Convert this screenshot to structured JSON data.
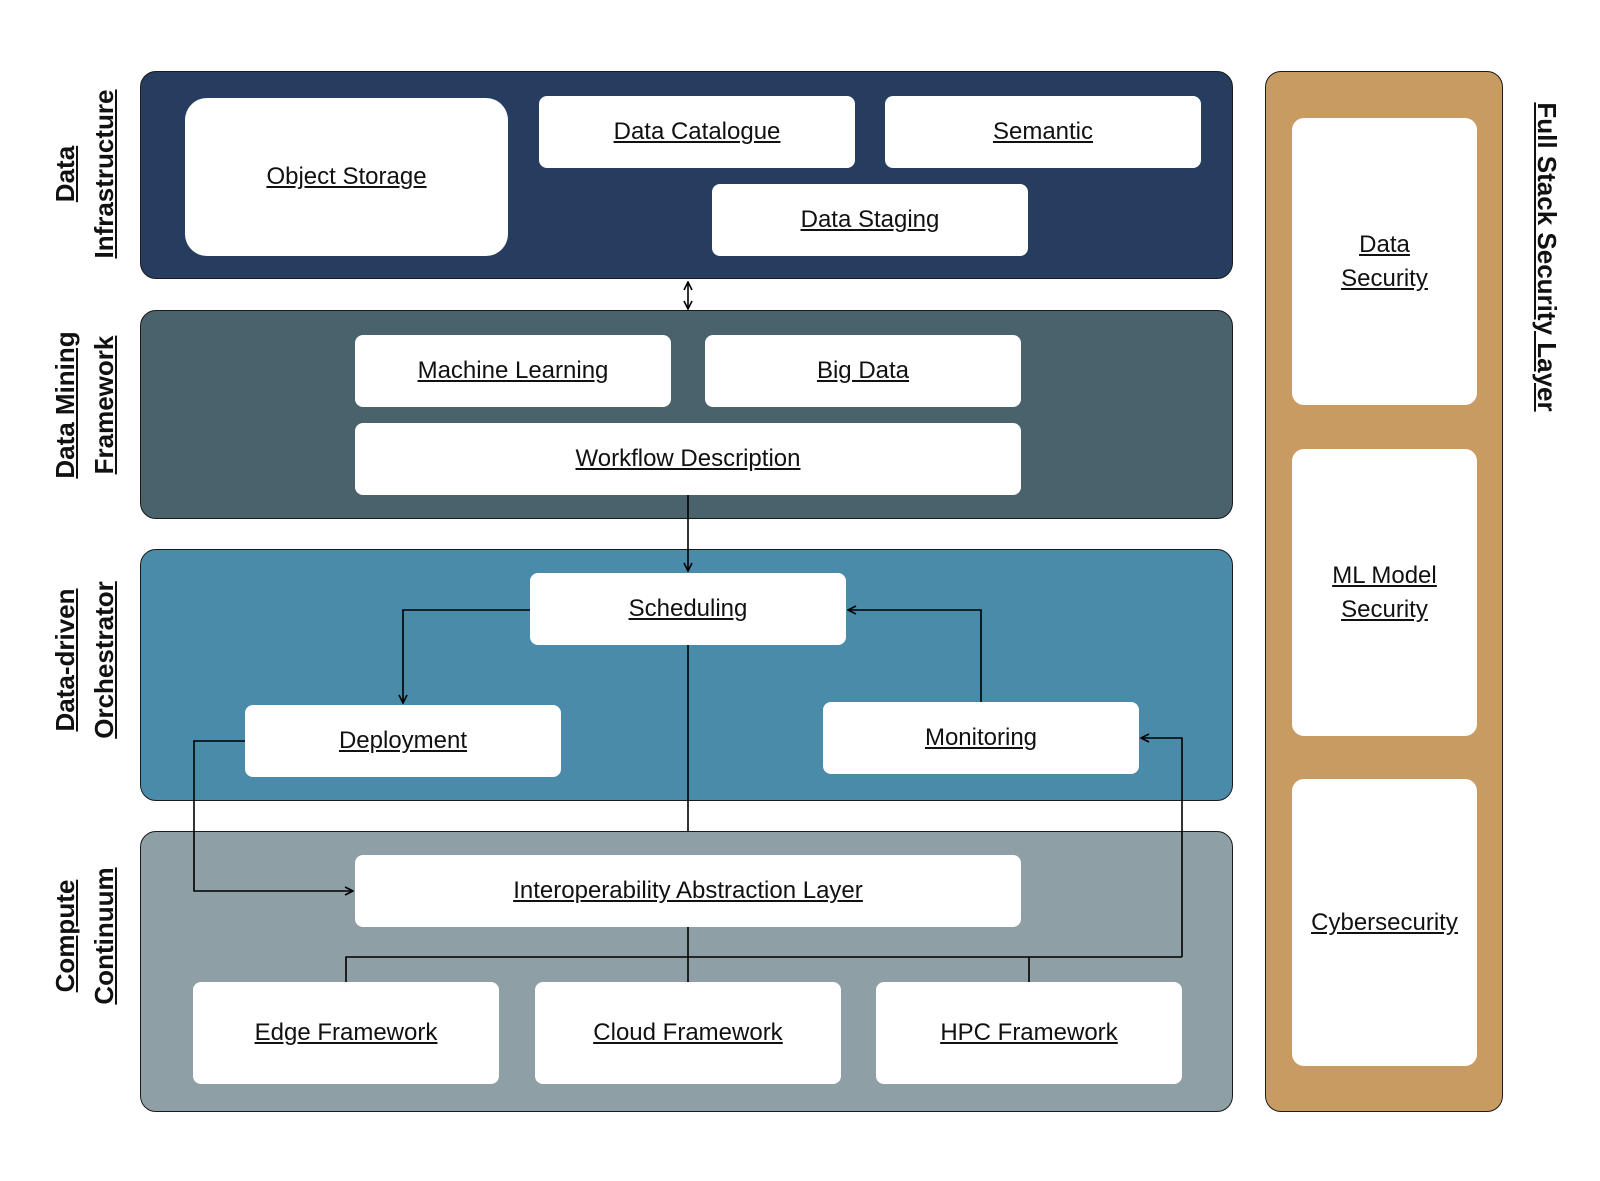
{
  "layers": {
    "data_infrastructure": {
      "label_line1": "Data",
      "label_line2": "Infrastructure",
      "color": "#263d5f",
      "object_storage": "Object Storage",
      "data_catalogue": "Data Catalogue",
      "semantic": "Semantic",
      "data_staging": "Data Staging"
    },
    "data_mining_framework": {
      "label_line1": "Data Mining",
      "label_line2": "Framework",
      "color": "#4a626c",
      "machine_learning": "Machine Learning",
      "big_data": "Big Data",
      "workflow_description": "Workflow Description"
    },
    "data_driven_orchestrator": {
      "label_line1": "Data-driven",
      "label_line2": "Orchestrator",
      "color": "#4a8baa",
      "scheduling": "Scheduling",
      "deployment": "Deployment",
      "monitoring": "Monitoring"
    },
    "compute_continuum": {
      "label_line1": "Compute",
      "label_line2": "Continuum",
      "color": "#8ea0a5",
      "interoperability": "Interoperability Abstraction Layer",
      "edge": "Edge Framework",
      "cloud": "Cloud Framework",
      "hpc": "HPC Framework"
    }
  },
  "security_layer": {
    "label": "Full Stack Security Layer",
    "color": "#c89b62",
    "data_security_line1": "Data",
    "data_security_line2": "Security",
    "ml_model_security_line1": "ML Model",
    "ml_model_security_line2": "Security",
    "cybersecurity": "Cybersecurity"
  }
}
